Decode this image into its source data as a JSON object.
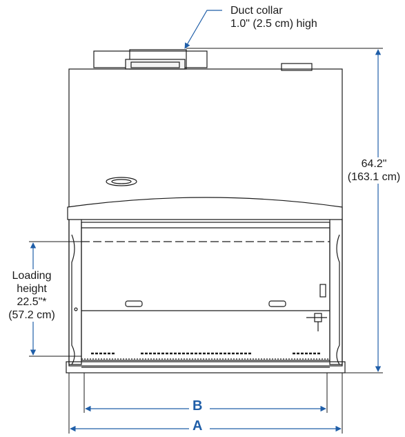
{
  "callouts": {
    "duct_collar": {
      "line1": "Duct collar",
      "line2": "1.0\" (2.5 cm) high"
    },
    "height": {
      "line1": "64.2\"",
      "line2": "(163.1 cm)"
    },
    "loading": {
      "line1": "Loading",
      "line2": "height",
      "line3": "22.5\"*",
      "line4": "(57.2 cm)"
    }
  },
  "dimensions": {
    "inner_width_label": "B",
    "outer_width_label": "A"
  },
  "colors": {
    "accent": "#1f5ea8",
    "outline": "#1a1a1a",
    "face": "#ffffff"
  }
}
